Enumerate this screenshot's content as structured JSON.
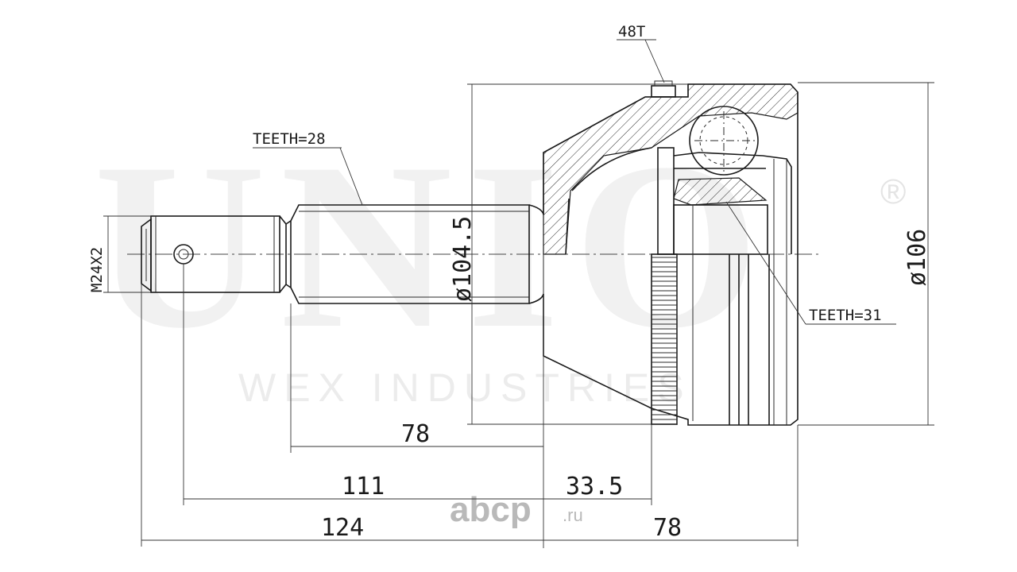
{
  "watermark": {
    "brand": "UNIO",
    "subtitle": "WEX INDUSTRIES",
    "registered": "®"
  },
  "site_mark": {
    "name": "abcp",
    "suffix": ".ru"
  },
  "labels": {
    "outer_splines": "48T",
    "shaft_teeth": "TEETH=28",
    "inner_teeth": "TEETH=31",
    "thread": "M24X2",
    "abs_diameter": "ø104.5",
    "outer_diameter": "ø106"
  },
  "dimensions": {
    "shaft_spline_length": "78",
    "shaft_to_housing": "111",
    "housing_to_abs": "33.5",
    "overall_shaft": "124",
    "housing_length": "78"
  },
  "colors": {
    "line": "#1a1a1a",
    "watermark": "#f1f1f1",
    "site_mark": "#b9b9b9"
  }
}
